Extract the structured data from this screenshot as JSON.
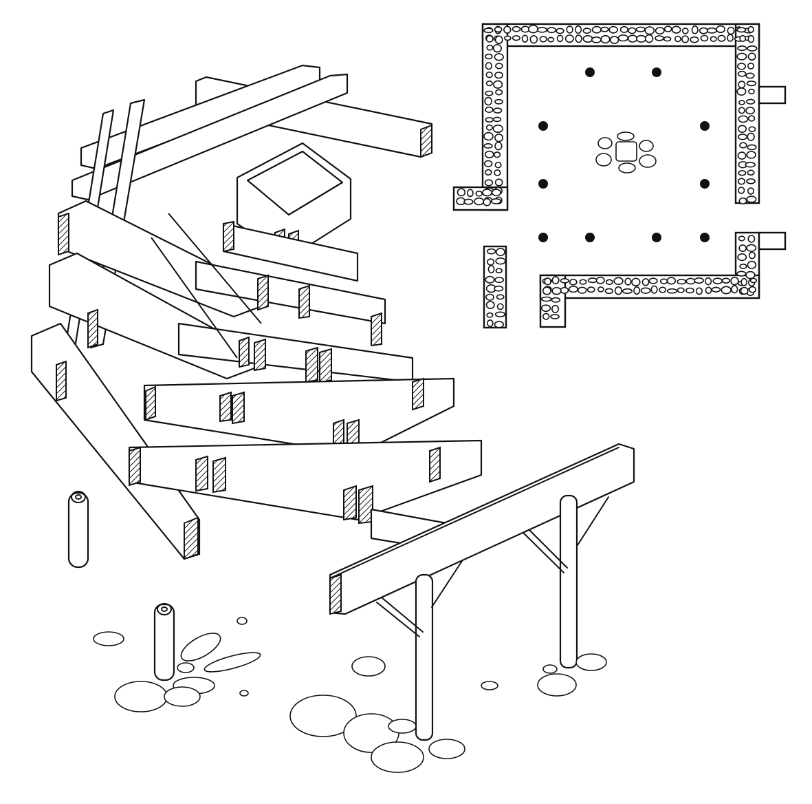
{
  "figure": {
    "text": "",
    "colors": {
      "ink": "#111111",
      "paper": "#ffffff"
    }
  },
  "plan": {
    "post_holes": [
      {
        "col": 2,
        "row": 0
      },
      {
        "col": 3,
        "row": 0
      },
      {
        "col": 1,
        "row": 1
      },
      {
        "col": 4,
        "row": 1
      },
      {
        "col": 1,
        "row": 2
      },
      {
        "col": 4,
        "row": 2
      },
      {
        "col": 1,
        "row": 3
      },
      {
        "col": 2,
        "row": 3
      },
      {
        "col": 3,
        "row": 3
      },
      {
        "col": 4,
        "row": 3
      }
    ],
    "hearth": "central-hearth-stones"
  },
  "ground": {
    "post_stumps": 2,
    "scattered_stones": true
  }
}
